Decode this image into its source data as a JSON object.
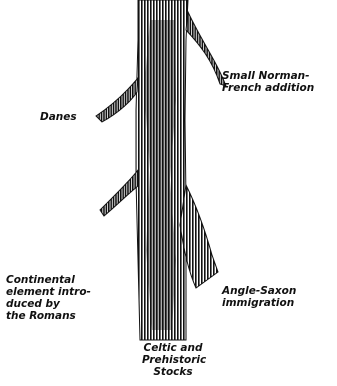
{
  "diagram": {
    "colors": {
      "ink": "#111111",
      "background": "#ffffff"
    },
    "labels": {
      "norman": "Small Norman-\nFrench addition",
      "danes": "Danes",
      "continental": "Continental\nelement intro-\nduced by\nthe Romans",
      "anglo_saxon": "Angle-Saxon\nimmigration",
      "celtic": "Celtic and\nPrehistoric\nStocks"
    }
  }
}
